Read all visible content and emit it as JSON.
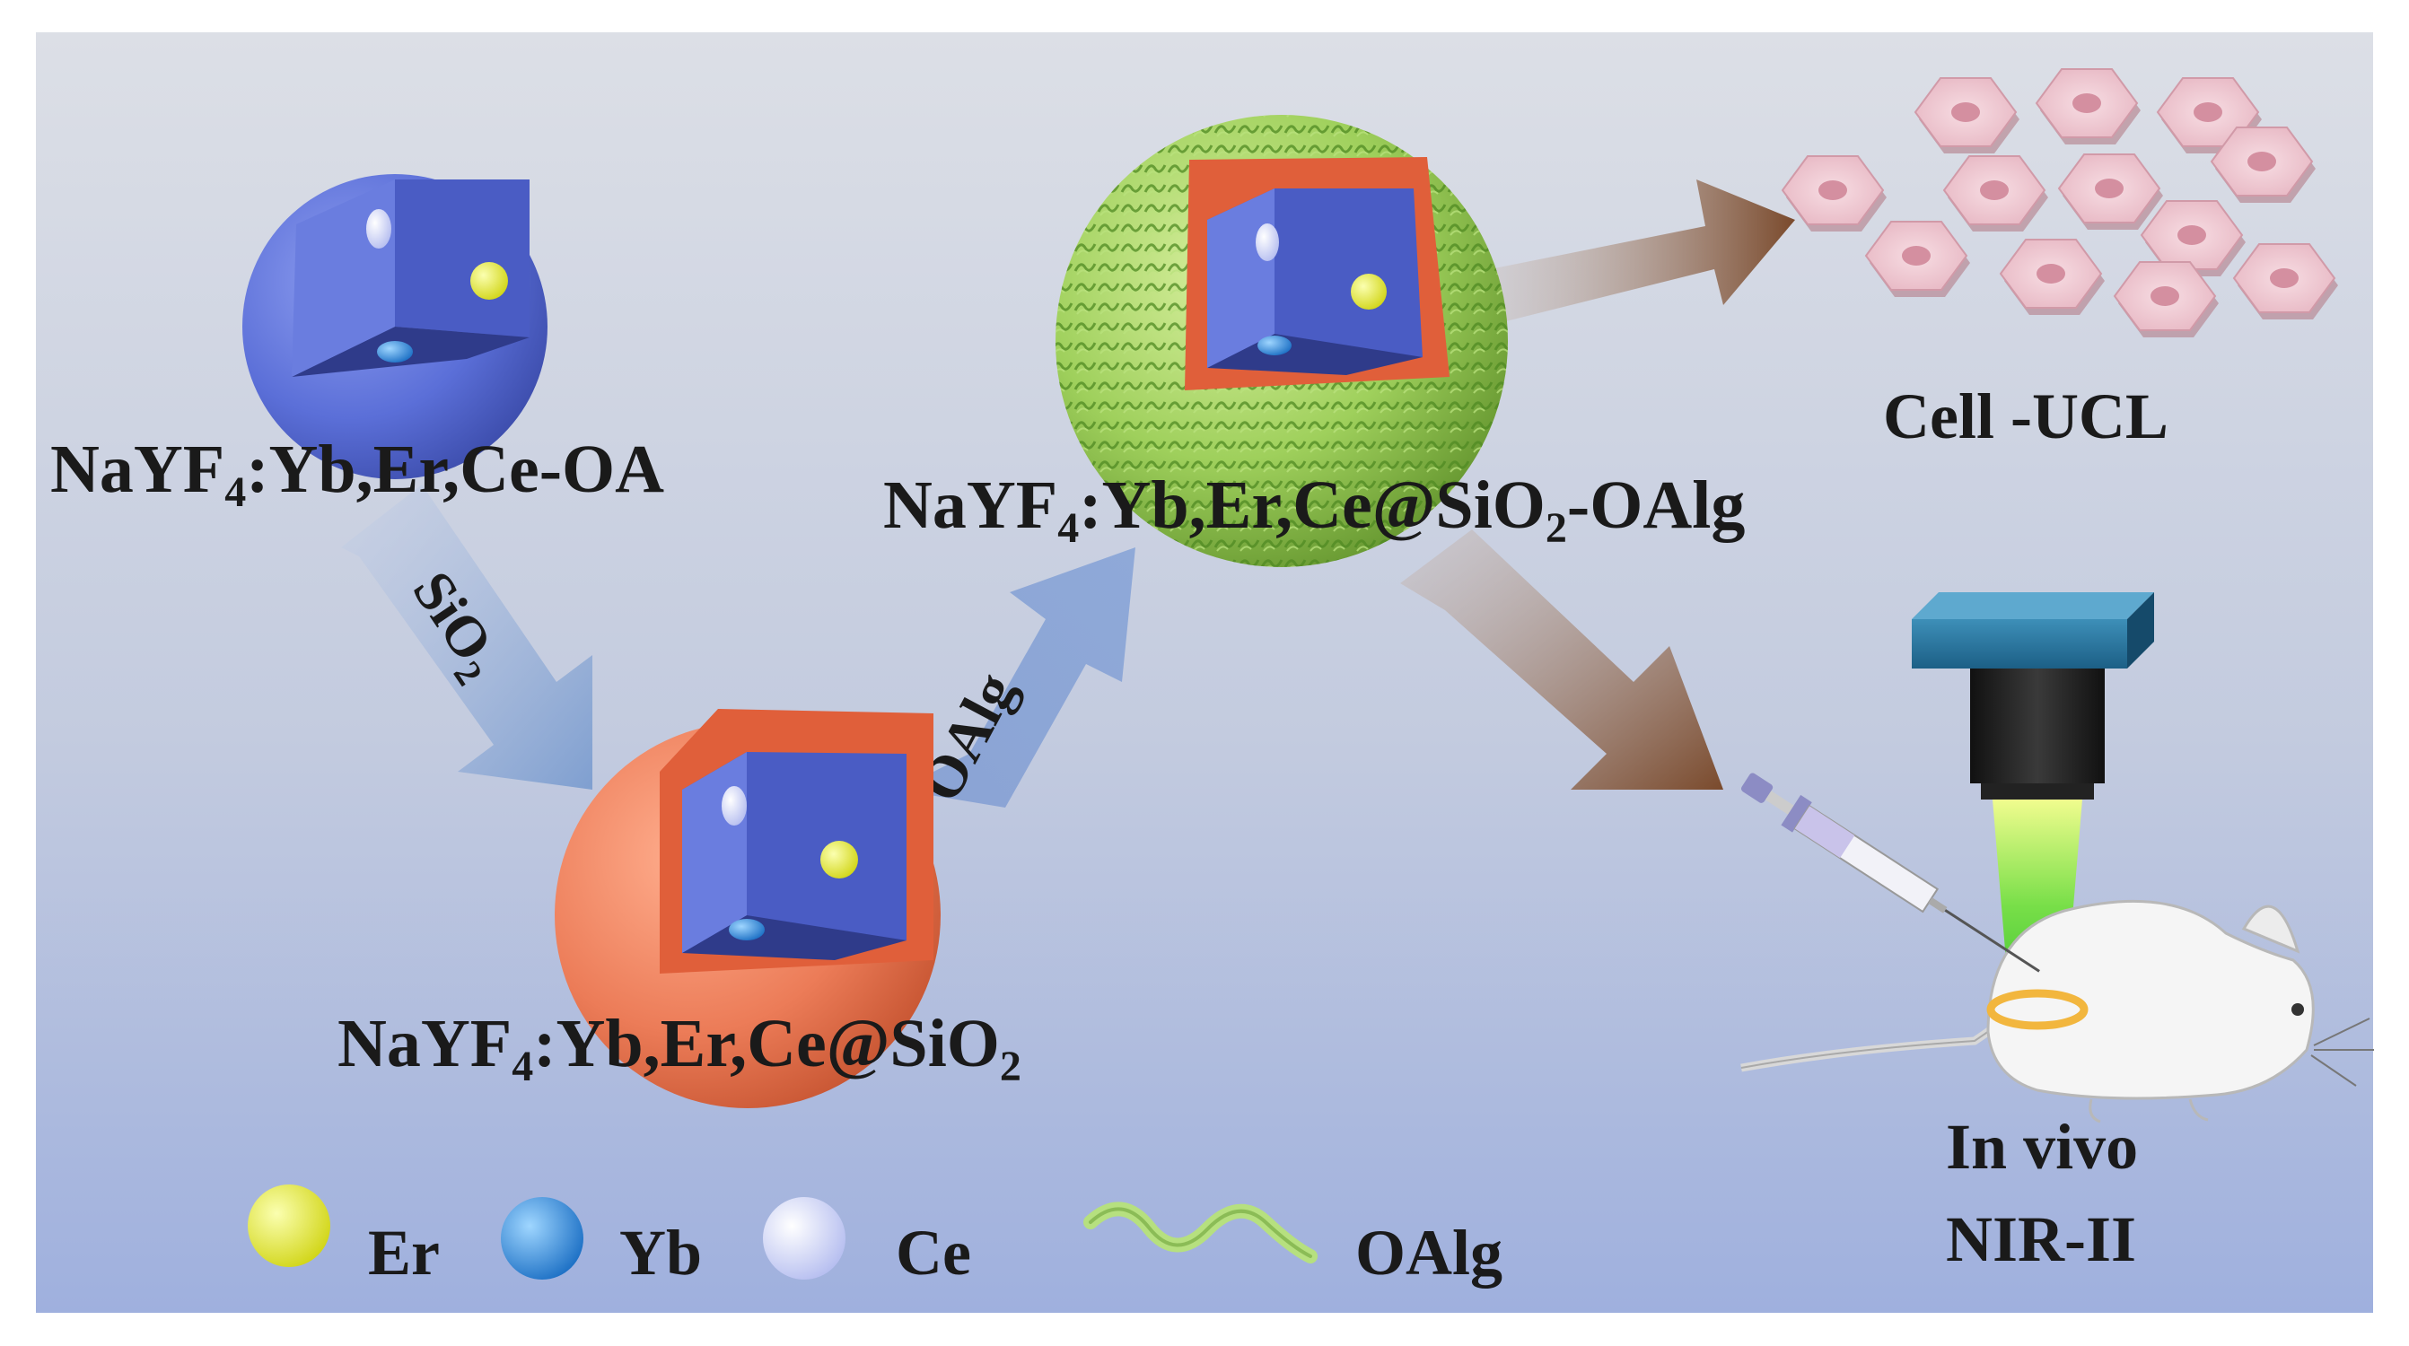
{
  "labels": {
    "core_oa": {
      "pre": "NaYF",
      "sub": "4",
      "post": ":Yb,Er,Ce-OA"
    },
    "core_sio2": {
      "pre": "NaYF",
      "sub": "4",
      "mid": ":Yb,Er,Ce@SiO",
      "sub2": "2",
      "post": ""
    },
    "core_sio2_oalg": {
      "pre": "NaYF",
      "sub": "4",
      "mid": ":Yb,Er,Ce@SiO",
      "sub2": "2",
      "post": "-OAlg"
    },
    "arrow_sio2": {
      "pre": "SiO",
      "sub": "2"
    },
    "arrow_oalg": "OAlg",
    "cell_ucl": "Cell -UCL",
    "in_vivo_line1": "In vivo",
    "in_vivo_line2": "NIR-II"
  },
  "legend": [
    {
      "label": "Er",
      "icon": "er-sphere-icon",
      "color": "#e8ec2a"
    },
    {
      "label": "Yb",
      "icon": "yb-sphere-icon",
      "color": "#2f8fe0"
    },
    {
      "label": "Ce",
      "icon": "ce-sphere-icon",
      "color": "#dfe3fb"
    },
    {
      "label": "OAlg",
      "icon": "oalg-chain-icon",
      "color": "#9bd36a"
    }
  ],
  "colors": {
    "background_top": "#d9dce4",
    "background_bottom": "#9fb1de",
    "core_blue": "#5b6fd8",
    "silica_shell": "#ec7c58",
    "oalg_coat": "#86c24a",
    "process_arrow": "#7f9fd0",
    "output_arrow": "#7a4a2c"
  }
}
